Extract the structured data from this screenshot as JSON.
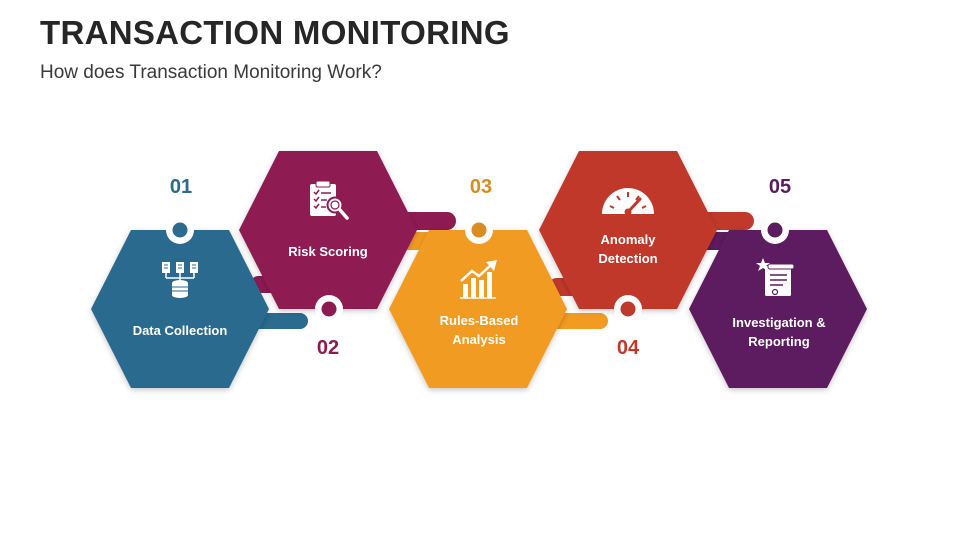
{
  "title": "TRANSACTION MONITORING",
  "subtitle": "How does Transaction Monitoring Work?",
  "colors": {
    "step1": "#2a6b8f",
    "step2": "#8e1a52",
    "step3": "#f29b22",
    "step4": "#c0392b",
    "step5": "#5c1b5e",
    "numbers": [
      "#2a6b8f",
      "#8e1a52",
      "#d98c1f",
      "#c0392b",
      "#5c1b5e"
    ]
  },
  "steps": [
    {
      "number": "01",
      "label_lines": [
        "Data Collection"
      ],
      "icon": "database-icon"
    },
    {
      "number": "02",
      "label_lines": [
        "Risk Scoring"
      ],
      "icon": "clipboard-search-icon"
    },
    {
      "number": "03",
      "label_lines": [
        "Rules-Based",
        "Analysis"
      ],
      "icon": "growth-chart-icon"
    },
    {
      "number": "04",
      "label_lines": [
        "Anomaly",
        "Detection"
      ],
      "icon": "speedometer-icon"
    },
    {
      "number": "05",
      "label_lines": [
        "Investigation &",
        "Reporting"
      ],
      "icon": "certificate-icon"
    }
  ]
}
